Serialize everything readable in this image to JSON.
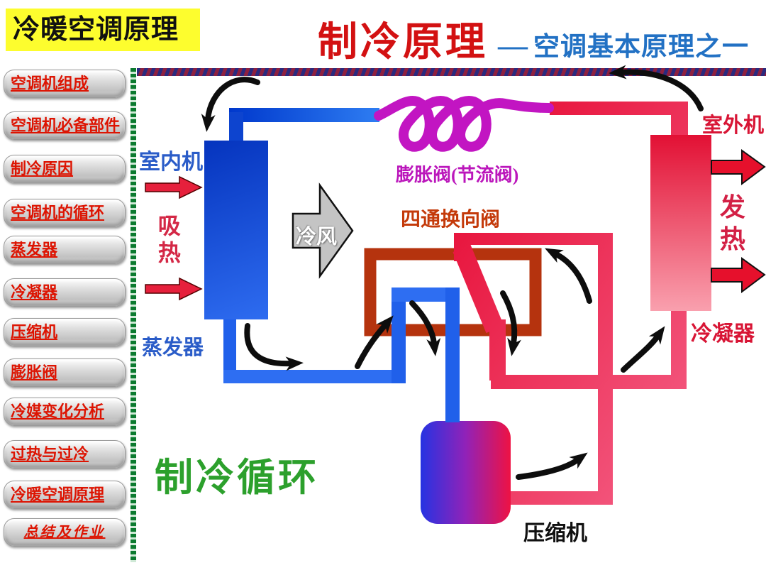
{
  "slide": {
    "corner_title": "冷暖空调原理",
    "title": "制冷原理",
    "title_dash": "—",
    "subtitle": "空调基本原理之一"
  },
  "sidebar": {
    "items": [
      {
        "label": "空调机组成"
      },
      {
        "label": "空调机必备部件"
      },
      {
        "label": "制冷原因"
      },
      {
        "label": "空调机的循环"
      },
      {
        "label": "蒸发器"
      },
      {
        "label": "冷凝器"
      },
      {
        "label": "压缩机"
      },
      {
        "label": "膨胀阀"
      },
      {
        "label": "冷媒变化分析"
      },
      {
        "label": "过热与过冷"
      },
      {
        "label": "冷暖空调原理"
      },
      {
        "label": "总结及作业"
      }
    ]
  },
  "diagram": {
    "indoor_unit_label": "室内机",
    "absorb_heat_label": "吸热",
    "evaporator_label": "蒸发器",
    "cold_air_label": "冷风",
    "expansion_valve_label": "膨胀阀(节流阀)",
    "four_way_valve_label": "四通换向阀",
    "outdoor_unit_label": "室外机",
    "release_heat_label": "发热",
    "condenser_label": "冷凝器",
    "compressor_label": "压缩机",
    "cycle_label": "制冷循环",
    "colors": {
      "cold_side_pipe": "#1f5ce8",
      "hot_side_pipe": "#e8163e",
      "four_way_valve_body": "#b5330e",
      "expansion_coil": "#c215c2",
      "cycle_text_green": "#2ca02c",
      "title_red": "#d31112",
      "subtitle_blue": "#2271c4",
      "corner_highlight_yellow": "#fdfd2e",
      "sidebar_text_red": "#dd1402"
    }
  }
}
